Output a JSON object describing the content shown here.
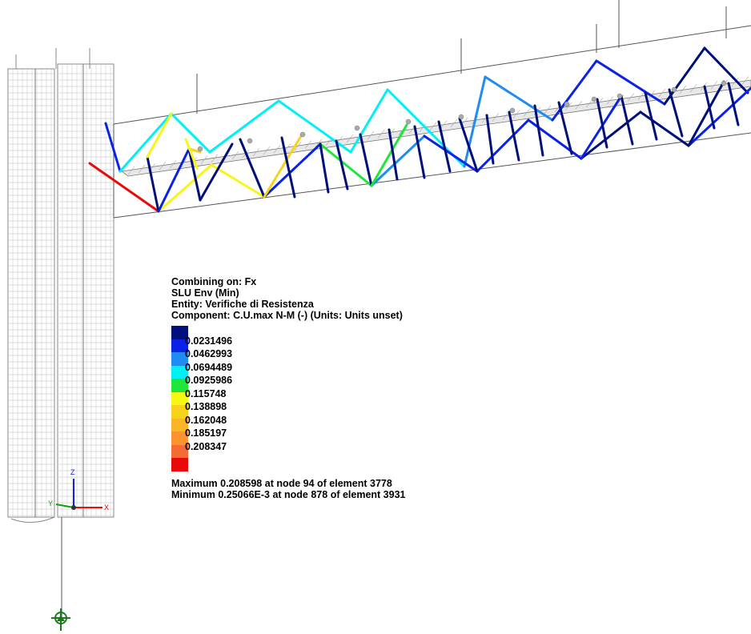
{
  "legend": {
    "combining": "Combining on: Fx",
    "envelope": "SLU Env (Min)",
    "entity": "Entity: Verifiche di Resistenza",
    "component": "Component: C.U.max N-M (-) (Units: Units unset)",
    "scale": [
      {
        "color": "#000f7a",
        "value": ""
      },
      {
        "color": "#0a22e8",
        "value": "0.0231496"
      },
      {
        "color": "#1f8cf2",
        "value": "0.0462993"
      },
      {
        "color": "#00f0f5",
        "value": "0.0694489"
      },
      {
        "color": "#1fe63a",
        "value": "0.0925986"
      },
      {
        "color": "#f7f716",
        "value": "0.115748"
      },
      {
        "color": "#f7d21a",
        "value": "0.138898"
      },
      {
        "color": "#fbb32a",
        "value": "0.162048"
      },
      {
        "color": "#fb9430",
        "value": "0.185197"
      },
      {
        "color": "#f46c34",
        "value": "0.208347"
      },
      {
        "color": "#e80a0a",
        "value": ""
      }
    ],
    "maximum": "Maximum 0.208598 at node 94 of element 3778",
    "minimum": "Minimum 0.25066E-3 at node 878 of element 3931"
  },
  "axes": {
    "x": "X",
    "y": "Y",
    "z": "Z"
  }
}
